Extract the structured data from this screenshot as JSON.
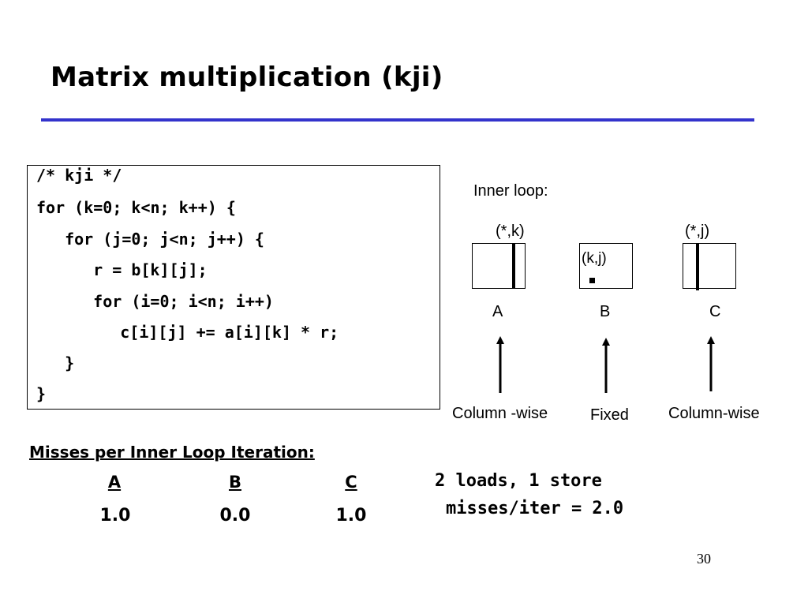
{
  "slide": {
    "title": "Matrix multiplication (kji)",
    "page_number": "30"
  },
  "code": [
    "/* kji */",
    "for (k=0; k<n; k++) {",
    "  for (j=0; j<n; j++) {",
    "    r = b[k][j];",
    "    for (i=0; i<n; i++)",
    "      c[i][j] += a[i][k] * r;",
    "  }",
    "}"
  ],
  "diagram": {
    "inner_loop_label": "Inner loop:",
    "matrices": [
      {
        "name": "A",
        "index_label": "(*,k)",
        "access": "Column -wise"
      },
      {
        "name": "B",
        "index_label": "(k,j)",
        "access": "Fixed"
      },
      {
        "name": "C",
        "index_label": "(*,j)",
        "access": "Column-wise"
      }
    ]
  },
  "misses": {
    "heading": "Misses per Inner Loop Iteration:",
    "columns": [
      {
        "name": "A",
        "value": "1.0"
      },
      {
        "name": "B",
        "value": "0.0"
      },
      {
        "name": "C",
        "value": "1.0"
      }
    ]
  },
  "summary": {
    "line1": "2 loads, 1 store",
    "line2": "misses/iter = 2.0"
  }
}
